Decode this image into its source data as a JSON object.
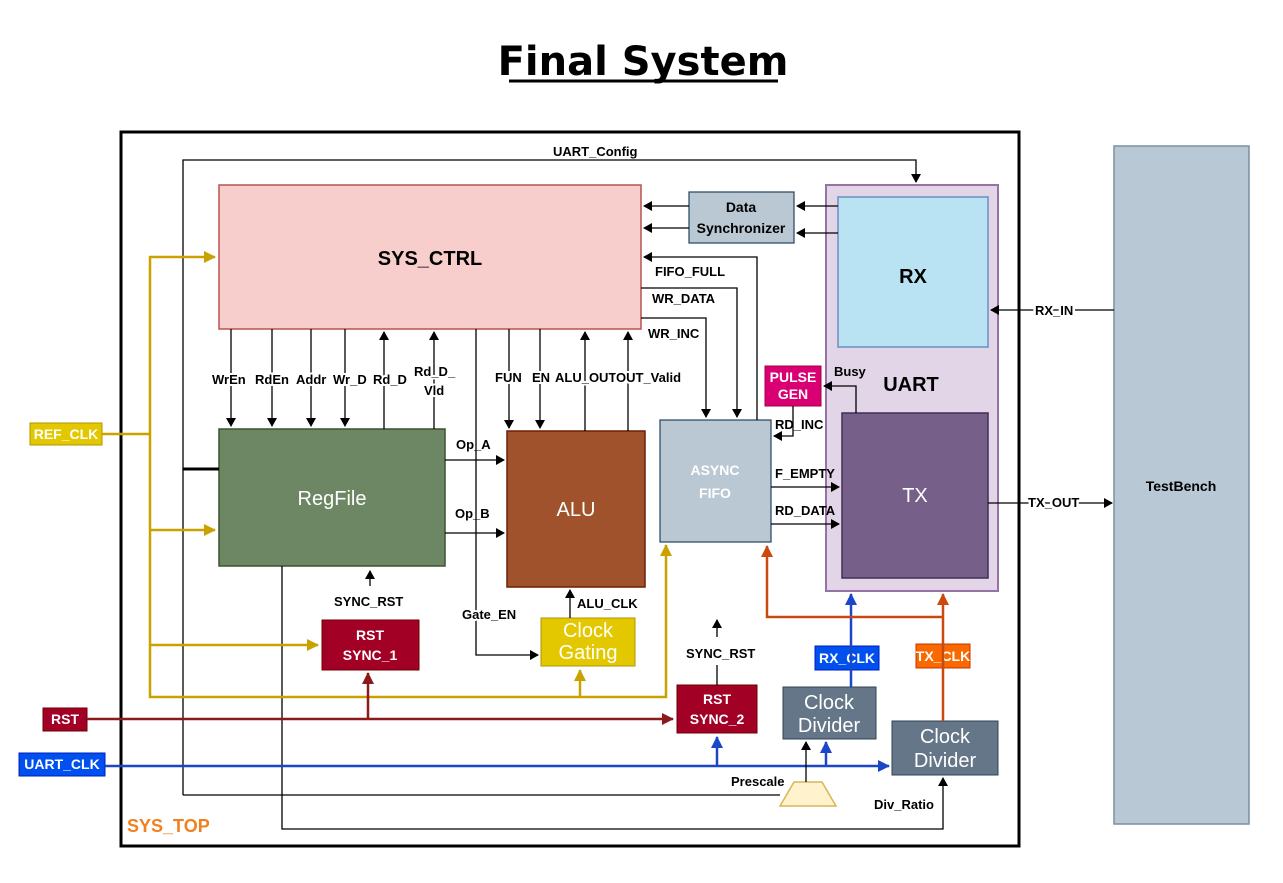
{
  "title": "Final System",
  "top_label": "SYS_TOP",
  "colors": {
    "ref_clk": "#c9a200",
    "rst": "#8b1a1a",
    "uart_clk": "#1a46c8",
    "tx_clk": "#c84a10",
    "black": "#000000"
  },
  "blocks": {
    "sys_ctrl": "SYS_CTRL",
    "data_sync_1": "Data",
    "data_sync_2": "Synchronizer",
    "rx": "RX",
    "uart": "UART",
    "tx": "TX",
    "pulse_gen_1": "PULSE",
    "pulse_gen_2": "GEN",
    "regfile": "RegFile",
    "alu": "ALU",
    "async_fifo_1": "ASYNC",
    "async_fifo_2": "FIFO",
    "rst_sync1_1": "RST",
    "rst_sync1_2": "SYNC_1",
    "rst_sync2_1": "RST",
    "rst_sync2_2": "SYNC_2",
    "clock_gating_1": "Clock",
    "clock_gating_2": "Gating",
    "clkdiv_rx_1": "Clock",
    "clkdiv_rx_2": "Divider",
    "clkdiv_tx_1": "Clock",
    "clkdiv_tx_2": "Divider",
    "testbench": "TestBench"
  },
  "ports": {
    "ref_clk": "REF_CLK",
    "rst": "RST",
    "uart_clk": "UART_CLK",
    "rx_clk": "RX_CLK",
    "tx_clk": "TX_CLK"
  },
  "signals": {
    "uart_config": "UART_Config",
    "fifo_full": "FIFO_FULL",
    "wr_data": "WR_DATA",
    "wr_inc": "WR_INC",
    "wren": "WrEn",
    "rden": "RdEn",
    "addr": "Addr",
    "wr_d": "Wr_D",
    "rd_d": "Rd_D",
    "rd_d_vld_1": "Rd_D_",
    "rd_d_vld_2": "Vld",
    "fun": "FUN",
    "en": "EN",
    "alu_out": "ALU_OUT",
    "out_valid": "OUT_Valid",
    "busy": "Busy",
    "rd_inc": "RD_INC",
    "f_empty": "F_EMPTY",
    "rd_data": "RD_DATA",
    "op_a": "Op_A",
    "op_b": "Op_B",
    "sync_rst_1": "SYNC_RST",
    "sync_rst_2": "SYNC_RST",
    "alu_clk": "ALU_CLK",
    "gate_en": "Gate_EN",
    "prescale": "Prescale",
    "div_ratio": "Div_Ratio",
    "rx_in": "RX_IN",
    "tx_out": "TX_OUT"
  }
}
